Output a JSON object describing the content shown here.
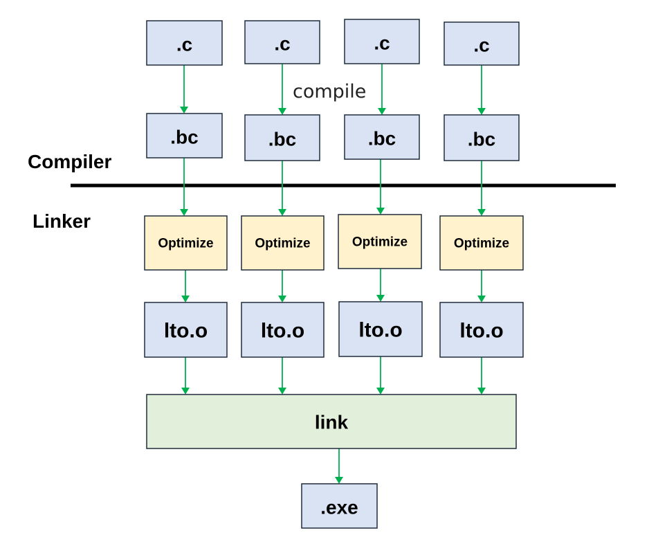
{
  "labels": {
    "compiler": "Compiler",
    "linker": "Linker",
    "compile_note": "compile"
  },
  "nodes": {
    "sources": [
      ".c",
      ".c",
      ".c",
      ".c"
    ],
    "bitcode": [
      ".bc",
      ".bc",
      ".bc",
      ".bc"
    ],
    "optimize": [
      "Optimize",
      "Optimize",
      "Optimize",
      "Optimize"
    ],
    "lto_objects": [
      "lto.o",
      "lto.o",
      "lto.o",
      "lto.o"
    ],
    "link": "link",
    "output": ".exe"
  },
  "colors": {
    "arrow": "#00b050",
    "file_box": "#dae3f3",
    "optimize_box": "#fff2cc",
    "link_box": "#e2efda",
    "divider": "#000000"
  }
}
